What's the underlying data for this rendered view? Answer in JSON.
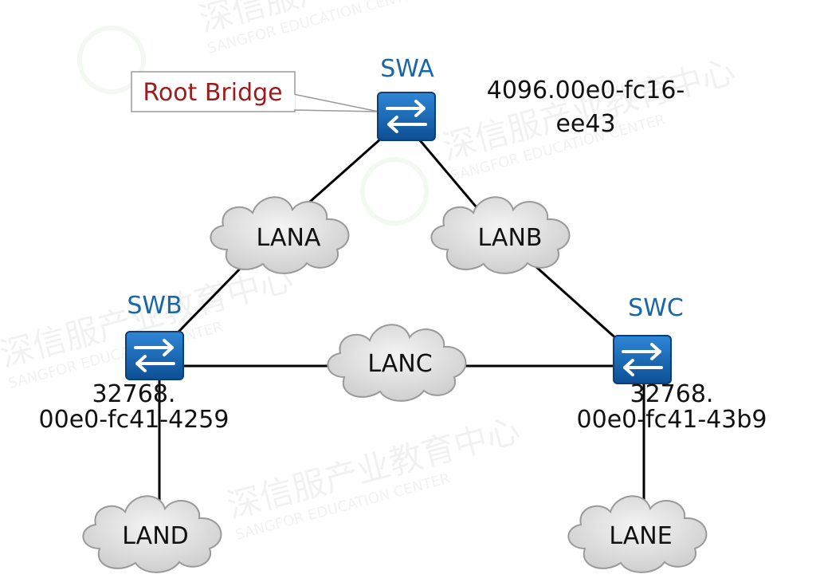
{
  "callout": {
    "text": "Root Bridge"
  },
  "switches": [
    {
      "id": "swa",
      "name": "SWA",
      "bridge_id_line1": "4096.00e0-fc16-",
      "bridge_id_line2": "ee43"
    },
    {
      "id": "swb",
      "name": "SWB",
      "bridge_id_line1": "32768.",
      "bridge_id_line2": "00e0-fc41-4259"
    },
    {
      "id": "swc",
      "name": "SWC",
      "bridge_id_line1": "32768.",
      "bridge_id_line2": "00e0-fc41-43b9"
    }
  ],
  "lans": [
    "LANA",
    "LANB",
    "LANC",
    "LAND",
    "LANE"
  ],
  "watermark": {
    "cn": "深信服产业教育中心",
    "en": "SANGFOR EDUCATION CENTER"
  },
  "colors": {
    "switch_fill": "#1565b0",
    "switch_name": "#1a67a8",
    "callout_text": "#9b1c1c",
    "cloud": "#d8d8d8",
    "link": "#000000"
  }
}
